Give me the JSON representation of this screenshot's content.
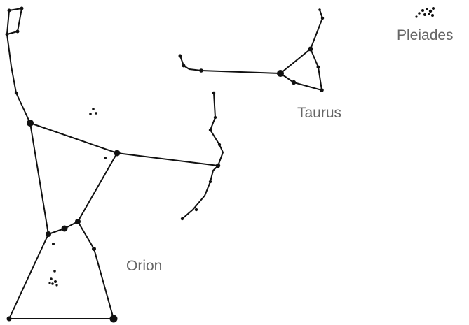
{
  "labels": {
    "orion": "Orion",
    "taurus": "Taurus",
    "pleiades": "Pleiades"
  },
  "colors": {
    "lines": "#111111",
    "stars": "#111111",
    "labels": "#666666",
    "background": "#ffffff"
  }
}
